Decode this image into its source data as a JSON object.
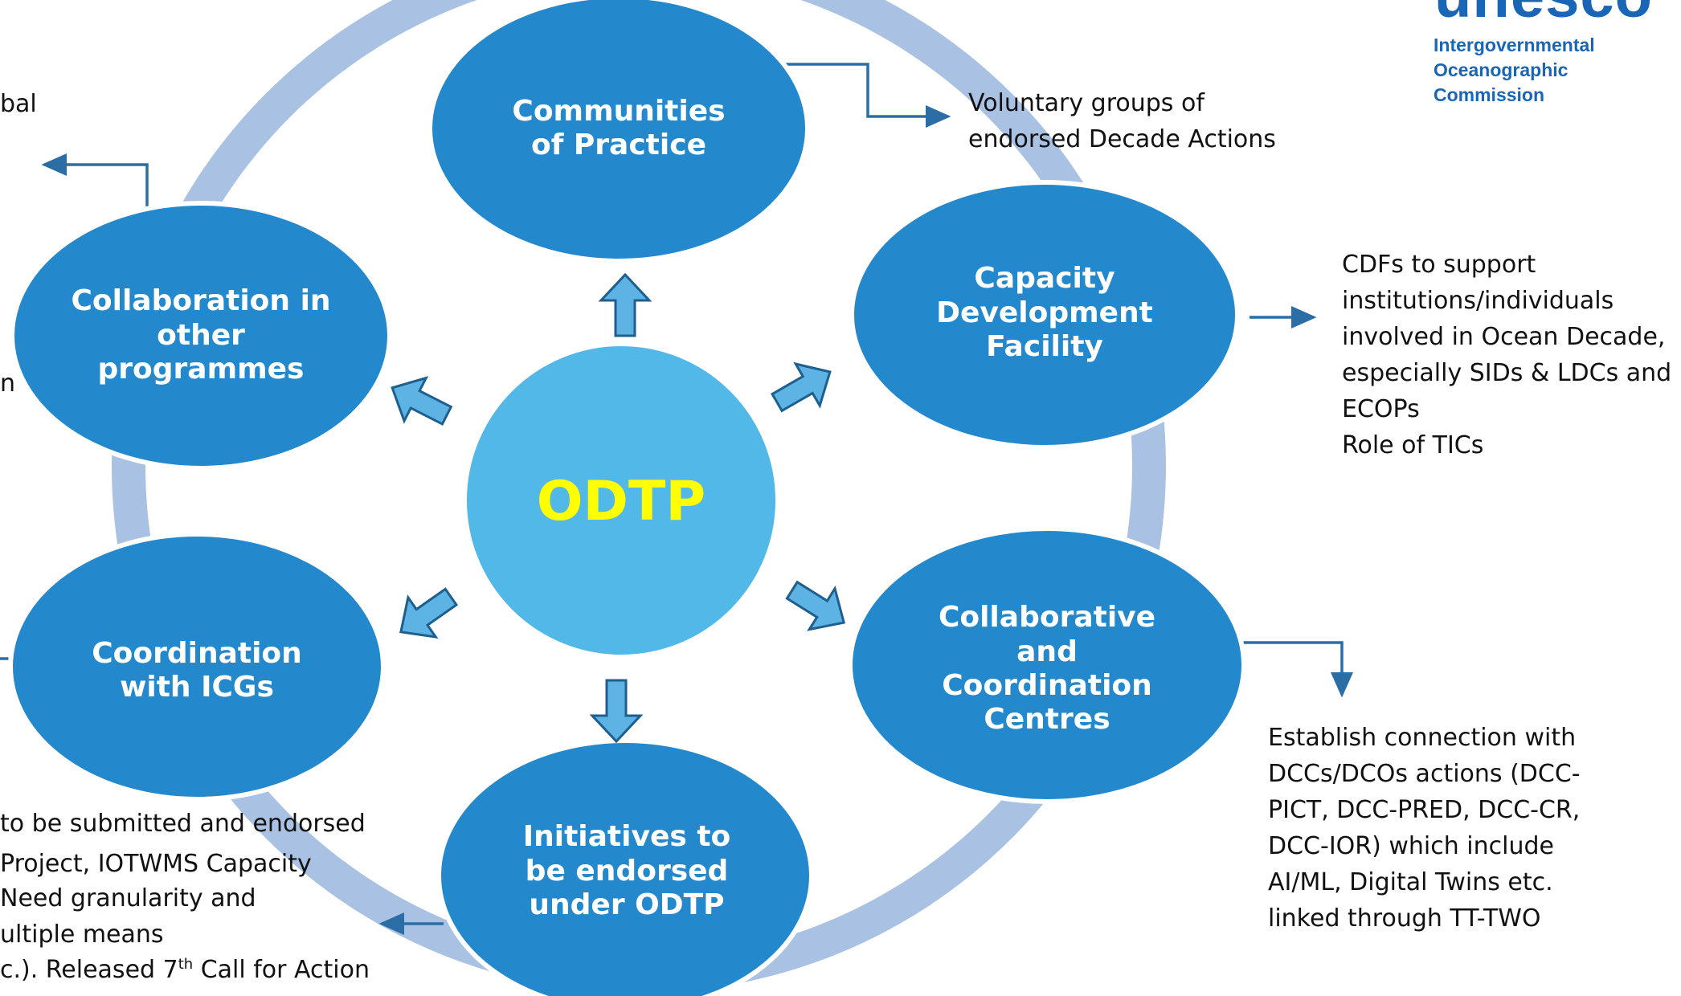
{
  "logo": {
    "wordmark": "unesco",
    "org_lines": [
      "Intergovernmental",
      "Oceanographic",
      "Commission"
    ]
  },
  "center": {
    "label": "ODTP"
  },
  "nodes": {
    "communities": "Communities\nof Practice",
    "capacity": "Capacity\nDevelopment\nFacility",
    "collaborative": "Collaborative\nand\nCoordination\nCentres",
    "initiatives": "Initiatives to\nbe endorsed\nunder ODTP",
    "coordination": "Coordination\nwith ICGs",
    "collaboration": "Collaboration in\nother\nprogrammes"
  },
  "notes": {
    "voluntary": "Voluntary groups of\nendorsed Decade Actions",
    "cdfs": "CDFs to support\ninstitutions/individuals\ninvolved in Ocean Decade,\nespecially SIDs & LDCs and\nECOPs\nRole of TICs",
    "establish": "Establish connection with\nDCCs/DCOs actions (DCC-\nPICT, DCC-PRED, DCC-CR,\nDCC-IOR) which include\nAI/ML, Digital Twins etc.\nlinked through TT-TWO",
    "initiatives_lines": [
      "to be submitted and endorsed",
      "Project, IOTWMS Capacity",
      "Need granularity and",
      "ultiple means",
      "c.). Released 7"
    ],
    "initiatives_sup": "th",
    "initiatives_tail": " Call for Action",
    "left_fragment_1": "bal",
    "left_fragment_2": "n"
  },
  "colors": {
    "node_fill": "#2488cc",
    "center_fill": "#52b8e8",
    "center_text": "#ffff00",
    "ring": "#a9c1e2",
    "arrow_fill": "#5db3e3",
    "arrow_stroke": "#1d5f8f",
    "connector": "#2a6ea5",
    "logo": "#1a66b6"
  }
}
